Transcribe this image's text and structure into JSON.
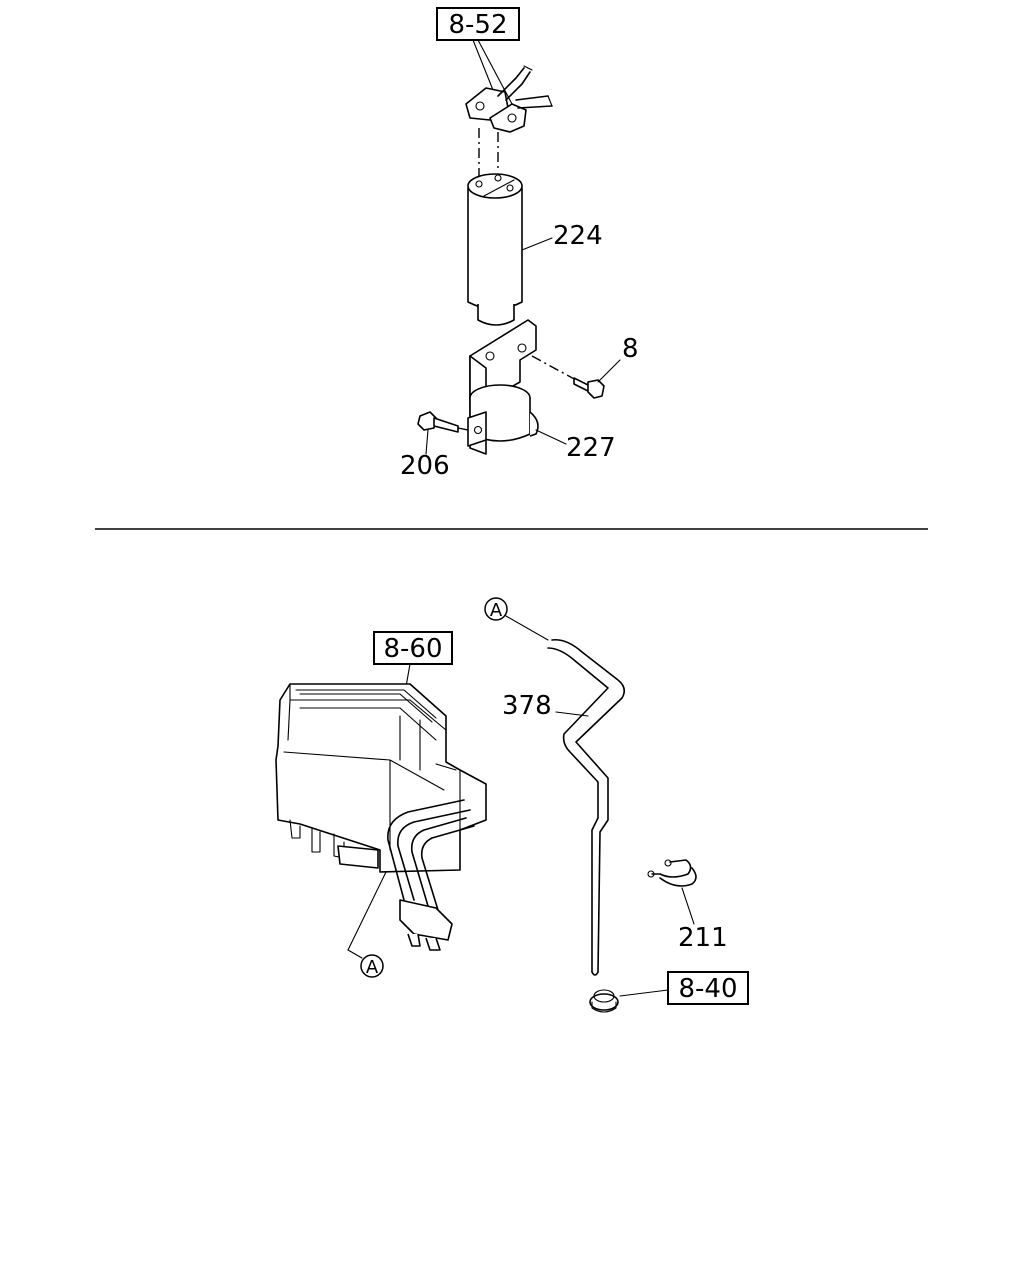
{
  "diagram": {
    "refs": {
      "ref_top": "8-52",
      "ref_mid": "8-60",
      "ref_bottom": "8-40"
    },
    "parts": {
      "p224": "224",
      "p8": "8",
      "p227": "227",
      "p206": "206",
      "p378": "378",
      "p211": "211"
    },
    "markers": {
      "a_top": "A",
      "a_bottom": "A"
    }
  }
}
